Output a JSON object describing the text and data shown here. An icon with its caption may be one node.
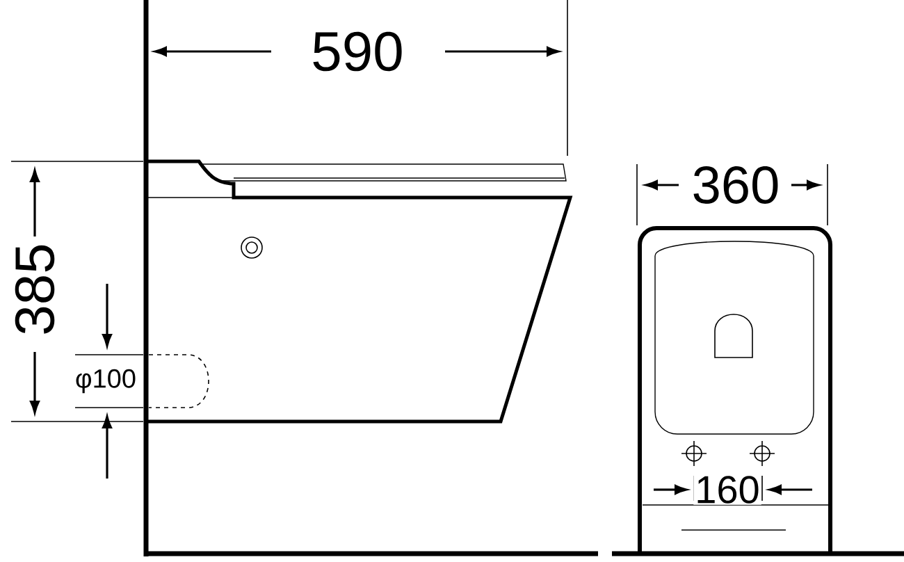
{
  "diagram": {
    "labels": [
      "590",
      "385",
      "φ100",
      "360",
      "160"
    ]
  }
}
